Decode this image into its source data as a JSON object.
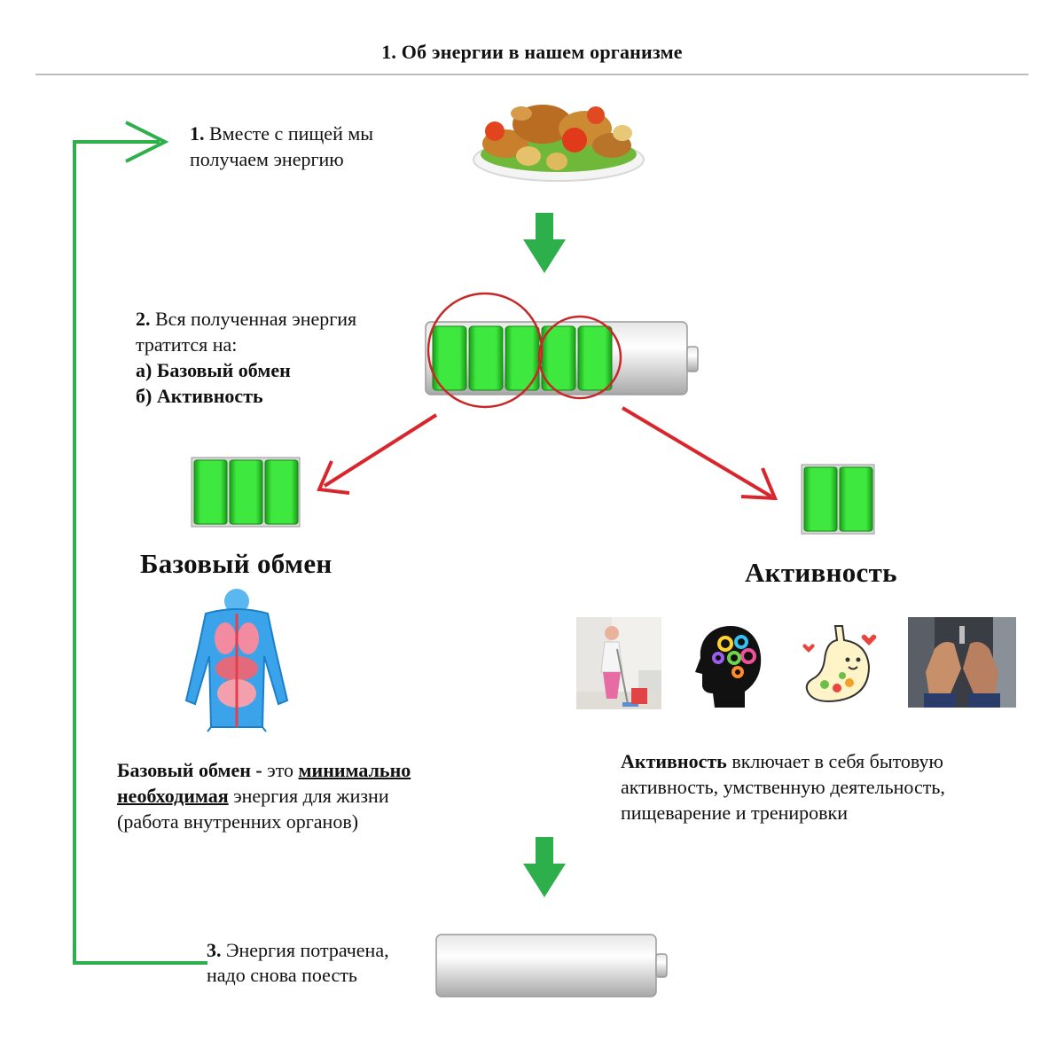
{
  "title": "1.  Об энергии в нашем организме",
  "colors": {
    "flow_arrow": "#2db04b",
    "split_arrow": "#d9262c",
    "battery_cell": "#34e034",
    "highlight_circle": "#c62828"
  },
  "steps": {
    "step1": {
      "num": "1.",
      "line1": "Вместе с пищей мы",
      "line2": "получаем энергию"
    },
    "step2": {
      "num": "2.",
      "line1": "Вся полученная энергия",
      "line2": "тратится на:",
      "item_a": "а) Базовый обмен",
      "item_b": "б) Активность"
    },
    "step3": {
      "num": "3.",
      "line1": "Энергия потрачена,",
      "line2": "надо снова поесть"
    }
  },
  "basal": {
    "heading": "Базовый обмен",
    "desc_term": "Базовый обмен -",
    "desc_mid": " это ",
    "desc_emph1": "минимально",
    "desc_emph2": "необходимая",
    "desc_rest1": " энергия для жизни",
    "desc_rest2": "(работа внутренних органов)",
    "cells": 3
  },
  "activity": {
    "heading": "Активность",
    "desc_term": "Активность",
    "desc_rest1": " включает в себя бытовую",
    "desc_rest2": "активность, умственную деятельность,",
    "desc_rest3": "пищеварение и тренировки",
    "cells": 2,
    "icons": [
      "cleaning-icon",
      "brain-gears-icon",
      "stomach-icon",
      "training-icon"
    ]
  },
  "battery": {
    "full_cells": 5,
    "empty_cells": 0
  },
  "icons": {
    "food": "food-plate-icon",
    "body": "human-body-organs-icon"
  }
}
